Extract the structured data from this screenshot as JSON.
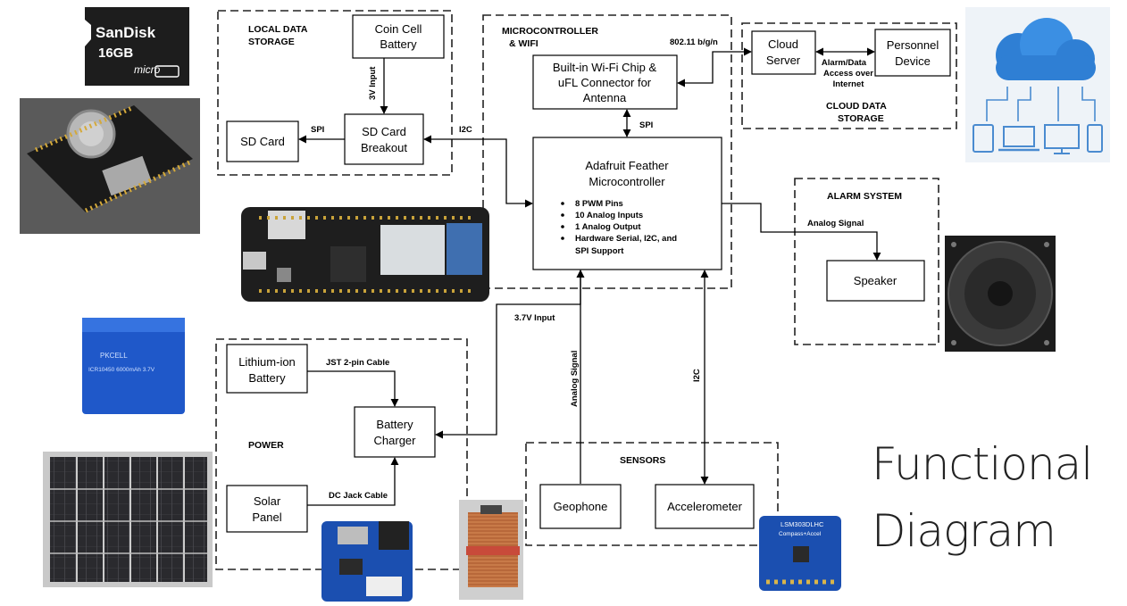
{
  "title": [
    "Functional",
    "Diagram"
  ],
  "groups": {
    "local_storage": [
      "LOCAL DATA",
      "STORAGE"
    ],
    "micro": [
      "MICROCONTROLLER",
      "& WIFI"
    ],
    "cloud": [
      "CLOUD DATA",
      "STORAGE"
    ],
    "alarm": "ALARM SYSTEM",
    "power": "POWER",
    "sensors": "SENSORS"
  },
  "blocks": {
    "coin_cell": [
      "Coin Cell",
      "Battery"
    ],
    "sd_card": "SD Card",
    "sd_breakout": [
      "SD Card",
      "Breakout"
    ],
    "wifi_chip": [
      "Built-in Wi-Fi Chip &",
      "uFL Connector for",
      "Antenna"
    ],
    "feather": [
      "Adafruit Feather",
      "Microcontroller"
    ],
    "feather_specs": [
      "8 PWM Pins",
      "10 Analog Inputs",
      "1 Analog Output",
      "Hardware Serial, I2C, and",
      "SPI Support"
    ],
    "cloud_server": [
      "Cloud",
      "Server"
    ],
    "personnel": [
      "Personnel",
      "Device"
    ],
    "speaker": "Speaker",
    "li_battery": [
      "Lithium-ion",
      "Battery"
    ],
    "charger": [
      "Battery",
      "Charger"
    ],
    "solar": [
      "Solar",
      "Panel"
    ],
    "geophone": "Geophone",
    "accelerometer": "Accelerometer"
  },
  "connections": {
    "v3_input": "3V Input",
    "spi_left": "SPI",
    "i2c_top": "I2C",
    "spi_wifi": "SPI",
    "wifi_std": "802.11 b/g/n",
    "alarm_data": [
      "Alarm/Data",
      "Access over",
      "Internet"
    ],
    "analog_signal_speaker": "Analog Signal",
    "v37_input": "3.7V Input",
    "jst_cable": "JST 2-pin Cable",
    "dc_jack": "DC Jack Cable",
    "analog_signal_geo": "Analog Signal",
    "i2c_accel": "I2C"
  },
  "photos": {
    "sd_card_logo": "SanDisk",
    "sd_card_size": "16GB",
    "sd_card_type": "micro",
    "battery_brand": "PKCELL",
    "battery_model": "ICR10450 6000mAh 3.7V",
    "breakout_board": "LSM303DLHC",
    "breakout_sub": "Compass+Accel"
  },
  "colors": {
    "cloud": "#2f7fd4",
    "cloud_light": "#9fc9ef",
    "device_line": "#4a8bd0",
    "battery_blue": "#1f58c9",
    "board_black": "#1e1e1e",
    "pcb_blue": "#1b4fb0",
    "copper": "#b8683a"
  }
}
